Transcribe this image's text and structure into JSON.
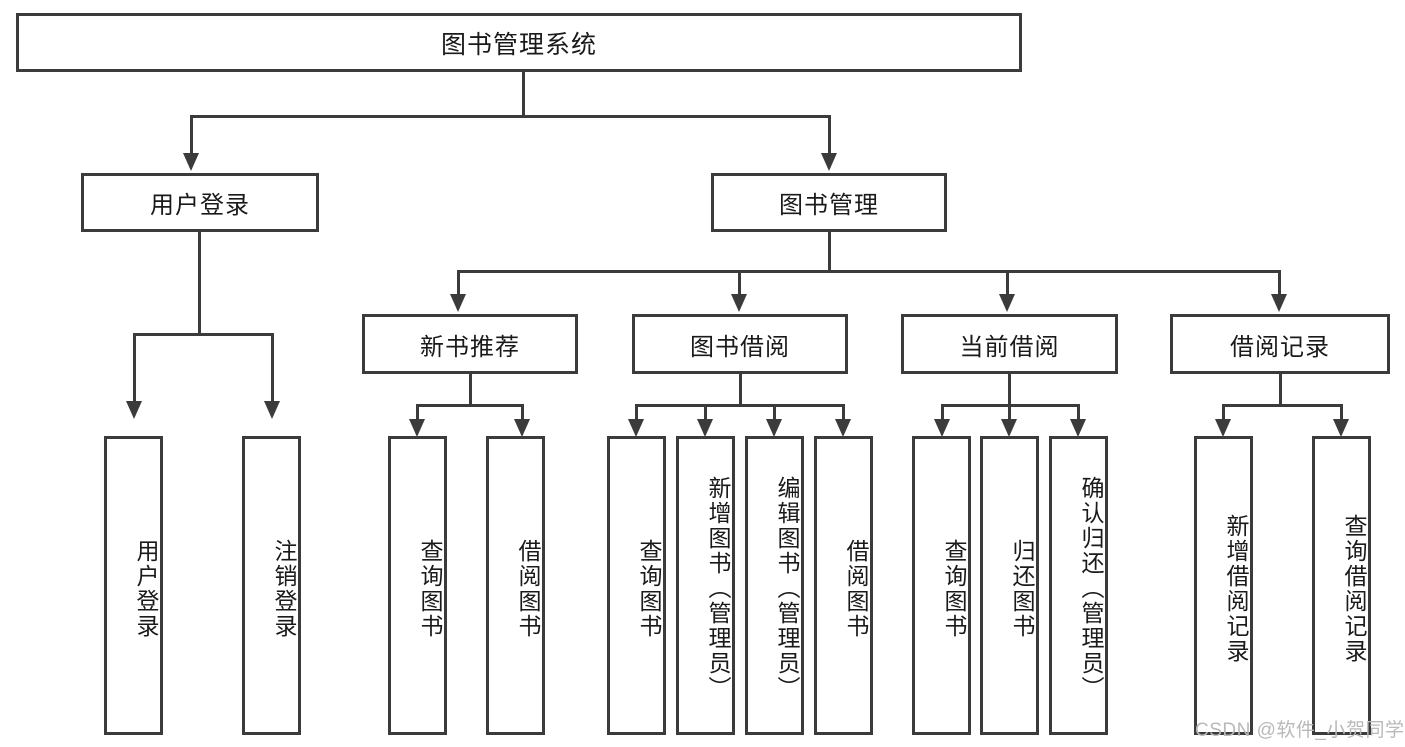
{
  "diagram": {
    "type": "hierarchy-tree",
    "title": "图书管理系统",
    "levels": 4,
    "root": {
      "label": "图书管理系统"
    },
    "level2": [
      {
        "label": "用户登录"
      },
      {
        "label": "图书管理"
      }
    ],
    "level3": [
      {
        "label": "新书推荐"
      },
      {
        "label": "图书借阅"
      },
      {
        "label": "当前借阅"
      },
      {
        "label": "借阅记录"
      }
    ],
    "leaves": {
      "user_login": [
        {
          "label": "用户登录"
        },
        {
          "label": "注销登录"
        }
      ],
      "new_book_recommend": [
        {
          "label": "查询图书"
        },
        {
          "label": "借阅图书"
        }
      ],
      "book_borrow": [
        {
          "label": "查询图书"
        },
        {
          "label": "新增图书（管理员）"
        },
        {
          "label": "编辑图书（管理员）"
        },
        {
          "label": "借阅图书"
        }
      ],
      "current_borrow": [
        {
          "label": "查询图书"
        },
        {
          "label": "归还图书"
        },
        {
          "label": "确认归还（管理员）"
        }
      ],
      "borrow_record": [
        {
          "label": "新增借阅记录"
        },
        {
          "label": "查询借阅记录"
        }
      ]
    }
  },
  "watermark": {
    "text": "CSDN @软件_小贺同学"
  },
  "colors": {
    "stroke": "#3b3b3b",
    "text": "#1a1a1a",
    "background": "#ffffff",
    "watermark": "#b9b9b9"
  }
}
